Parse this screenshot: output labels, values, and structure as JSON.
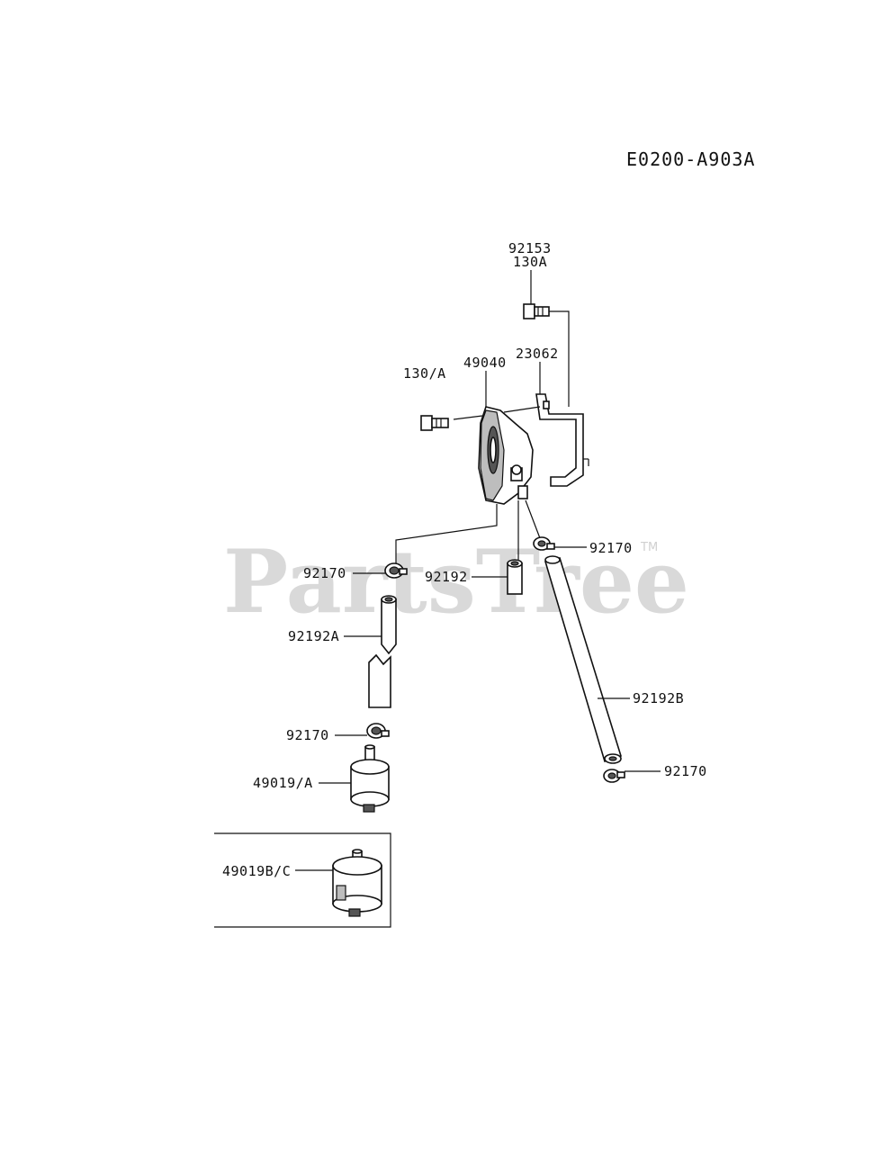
{
  "diagram": {
    "code": "E0200-A903A",
    "watermark": "PartsTree",
    "trademark": "TM",
    "labels": {
      "bolt_top_num": "92153",
      "bolt_top_sub": "130A",
      "bolt_left": "130/A",
      "pump": "49040",
      "bracket": "23062",
      "clamp_right_upper": "92170",
      "clamp_left_upper": "92170",
      "hose_short": "92192",
      "hose_a": "92192A",
      "clamp_left_lower": "92170",
      "filter_a": "49019/A",
      "hose_b": "92192B",
      "clamp_right_lower": "92170",
      "filter_bc": "49019B/C"
    }
  }
}
